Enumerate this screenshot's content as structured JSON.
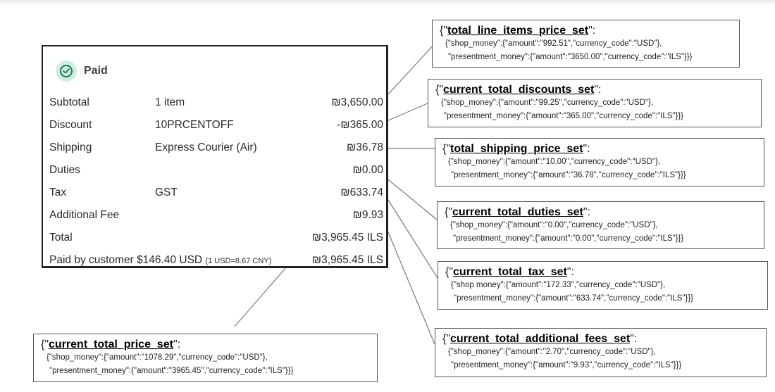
{
  "summary": {
    "status": "Paid",
    "rows": [
      {
        "label": "Subtotal",
        "detail": "1 item",
        "amount": "₪3,650.00"
      },
      {
        "label": "Discount",
        "detail": "10PRCENTOFF",
        "amount": "-₪365.00"
      },
      {
        "label": "Shipping",
        "detail": "Express Courier (Air)",
        "amount": "₪36.78"
      },
      {
        "label": "Duties",
        "detail": "",
        "amount": "₪0.00"
      },
      {
        "label": "Tax",
        "detail": "GST",
        "amount": "₪633.74"
      },
      {
        "label": "Additional Fee",
        "detail": "",
        "amount": "₪9.93"
      },
      {
        "label": "Total",
        "detail": "",
        "amount": "₪3,965.45 ILS"
      },
      {
        "label": "Paid by customer",
        "detail": "$146.40 USD",
        "note": "(1 USD=8.67 CNY)",
        "amount": "₪3,965.45 ILS"
      }
    ]
  },
  "callouts": [
    {
      "open": "{\"",
      "key": "total_line_items_price_set",
      "close": "\":",
      "line1": "{\"shop_money\":{\"amount\":\"992.51\",\"currency_code\":\"USD\"},",
      "line2": "\"presentment_money\":{\"amount\":\"3650.00\",\"currency_code\":\"ILS\"}}}"
    },
    {
      "open": "{\"",
      "key": "current_total_discounts_set",
      "close": "\":",
      "line1": "{\"shop_money\":{\"amount\":\"99.25\",\"currency_code\":\"USD\"},",
      "line2": "\"presentment_money\":{\"amount\":\"365.00\",\"currency_code\":\"ILS\"}}}"
    },
    {
      "open": "{\"",
      "key": "total_shipping_price_set",
      "close": "\":",
      "line1": "{\"shop_money\":{\"amount\":\"10.00\",\"currency_code\":\"USD\"},",
      "line2": "\"presentment_money\":{\"amount\":\"36.78\",\"currency_code\":\"ILS\"}}}"
    },
    {
      "open": "{\"",
      "key": "current_total_duties_set",
      "close": "\":",
      "line1": "{\"shop_money\":{\"amount\":\"0.00\",\"currency_code\":\"USD\"},",
      "line2": "\"presentment_money\":{\"amount\":\"0.00\",\"currency_code\":\"ILS\"}}}"
    },
    {
      "open": "{\"",
      "key": "current_total_tax_set",
      "close": "\":",
      "line1": "{\"shop money\":{\"amount\":\"172.33\",\"currency_code\":\"USD\"},",
      "line2": "\"presentment_money\":{\"amount\":\"633.74\",\"currency_code\":\"ILS\"}}}"
    },
    {
      "open": "{\"",
      "key": "current_total_additional_fees_set",
      "close": "\":",
      "line1": "{\"shop_money\":{\"amount\":\"2.70\",\"currency_code\":\"USD\"},",
      "line2": "\"presentment_money\":{\"amount\":\"9.93\",\"currency_code\":\"ILS\"}}}"
    },
    {
      "open": "{\"",
      "key": "current_total_price_set",
      "close": "\":",
      "line1": "{\"shop_money\":{\"amount\":\"1078.29\",\"currency_code\":\"USD\"},",
      "line2": "\"presentment_money\":{\"amount\":\"3965.45\",\"currency_code\":\"ILS\"}}}"
    }
  ],
  "colors": {
    "paid_badge_bg": "#cfeee0",
    "paid_check": "#1f7a57",
    "connector": "#7a7a7a"
  }
}
